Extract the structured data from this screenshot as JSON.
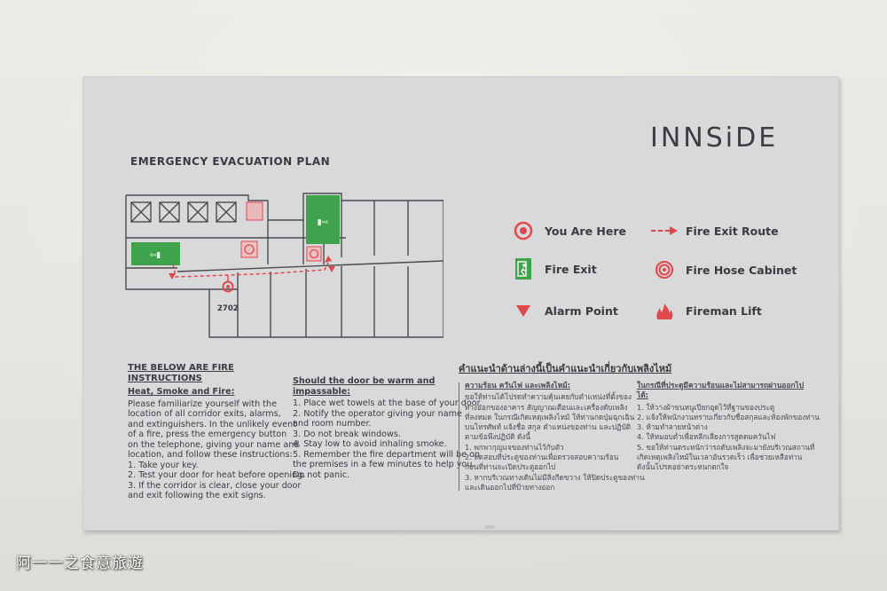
{
  "sign": {
    "brand": "INNSiDE",
    "plan_title": "EMERGENCY EVACUATION PLAN",
    "room_number": "2702",
    "colors": {
      "green": "#3fa24c",
      "red": "#e0484b",
      "panel": "#d9d9db",
      "text": "#3a3b3e"
    }
  },
  "legend": {
    "you_are_here": "You Are Here",
    "fire_exit_route": "Fire Exit Route",
    "fire_exit": "Fire Exit",
    "fire_hose_cabinet": "Fire Hose Cabinet",
    "alarm_point": "Alarm Point",
    "fireman_lift": "Fireman Lift"
  },
  "instructions": {
    "title": "THE BELOW ARE FIRE INSTRUCTIONS",
    "heat_title": "Heat, Smoke and Fire:",
    "heat_lines": [
      "Please familiarize yourself with the",
      "location of all corridor exits, alarms,",
      "and extinguishers. In the unlikely event",
      "of a fire, press the emergency button",
      "on the telephone, giving your name and",
      "location, and follow these instructions:",
      "1. Take your key.",
      "2. Test your door for heat before opening.",
      "3. If the corridor is clear, close your door",
      "    and exit following the exit signs."
    ],
    "door_title": "Should the door be warm and impassable:",
    "door_lines": [
      "1. Place wet towels at the base of your door.",
      "2. Notify the operator giving your name",
      "    and room number.",
      "3. Do not break windows.",
      "4. Stay low to avoid inhaling smoke.",
      "5. Remember the fire department will be on",
      "    the premises in a few minutes to help you.",
      "    Do not panic."
    ]
  },
  "thai": {
    "title": "คำแนะนำด้านล่างนี้เป็นคำแนะนำเกี่ยวกับเพลิงไหม้",
    "left_title": "ความร้อน ควันไฟ และเพลิงไหม้:",
    "left_lines": [
      "ขอให้ท่านได้โปรดทำความคุ้นเคยกับตำแหน่งที่ตั้งของ",
      "ทางออกของอาคาร สัญญาณเตือนและเครื่องดับเพลิง",
      "ที่ลงหมด ในกรณีเกิดเหตุเพลิงไหม้ ให้ท่านกดปุ่มฉุกเฉิน",
      "บนโทรศัพท์ แจ้งชื่อ สกุล ตำแหน่งของท่าน และปฏิบัติ",
      "ตามข้อพึงปฏิบัติ ดังนี้",
      "1. พกพากุญแจของท่านไว้กับตัว",
      "2. ทดสอบที่ประตูของท่านเพื่อตรวจสอบความร้อน",
      "    ก่อนที่ท่านจะเปิดประตูออกไป",
      "3. หากบริเวณทางเดินไม่มีสิ่งกีดขวาง ให้ปิดประตูของท่าน",
      "    และเดินออกไปที่ป้ายทางออก"
    ],
    "right_title": "ในกรณีที่ประตูมีความร้อนและไม่สามารถผ่านออกไปได้:",
    "right_lines": [
      "1. ให้วางผ้าขนหนูเปียกอุดไว้ที่ฐานของประตู",
      "2. แจ้งให้พนักงานทราบเกี่ยวกับชื่อสกุลและห้องพักของท่าน",
      "3. ห้ามทำลายหน้าต่าง",
      "4. ให้หมอบต่ำเพื่อหลีกเลี่ยงการสูดดมควันไฟ",
      "5. ขอให้ท่านตระหนักว่ารถดับเพลิงจะมายังบริเวณสถานที่",
      "    เกิดเหตุเพลิงไหม้ในเวลาอันรวดเร็ว เพื่อช่วยเหลือท่าน",
      "    ดังนั้นโปรดอย่าตระหนกตกใจ"
    ]
  },
  "watermark": "阿一一之食意旅遊"
}
